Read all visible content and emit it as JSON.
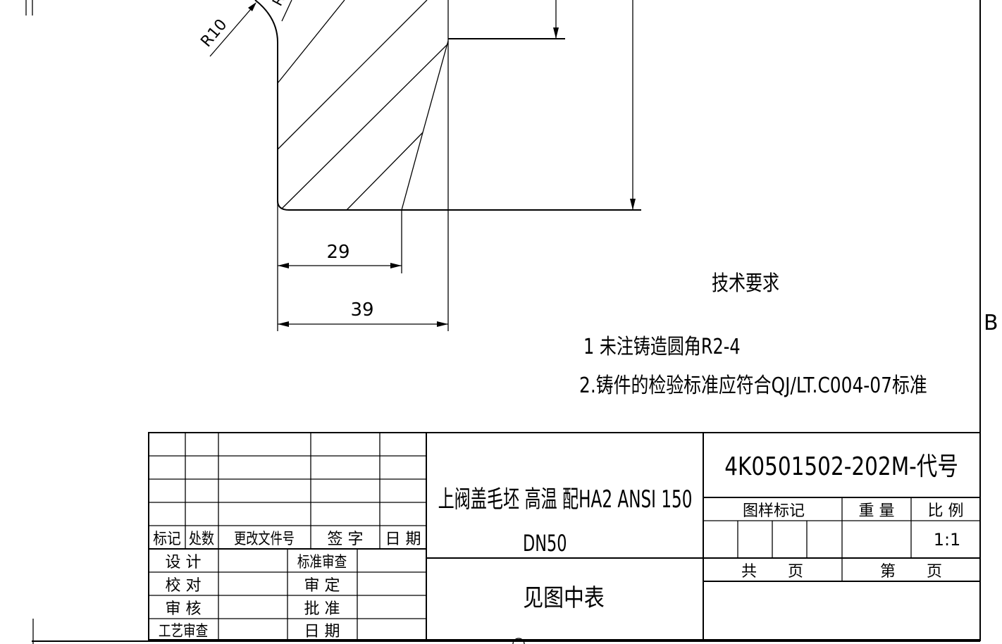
{
  "drawing": {
    "radius_label": "R10",
    "radius_label_2": "R",
    "dim_29": "29",
    "dim_39": "39",
    "zone_letter": "B",
    "tech_req_title": "技术要求",
    "tech_req_1": "1 未注铸造圆角R2-4",
    "tech_req_2": "2.铸件的检验标准应符合QJ/LT.C004-07标准"
  },
  "title_block": {
    "revision_headers": [
      "标记",
      "处数",
      "更改文件号",
      "签 字",
      "日 期"
    ],
    "sign_left": [
      "设 计",
      "校 对",
      "审 核",
      "工艺审查"
    ],
    "sign_right": [
      "标准审查",
      "审 定",
      "批 准",
      "日 期"
    ],
    "part_name_line1": "上阀盖毛坯 高温 配HA2 ANSI 150",
    "part_name_line2": "DN50",
    "material": "见图中表",
    "drawing_number": "4K0501502-202M-代号",
    "label_pattern_mark": "图样标记",
    "label_weight": "重 量",
    "label_scale": "比 例",
    "scale_value": "1:1",
    "label_total_pages": "共　　页",
    "label_page": "第　　页"
  }
}
